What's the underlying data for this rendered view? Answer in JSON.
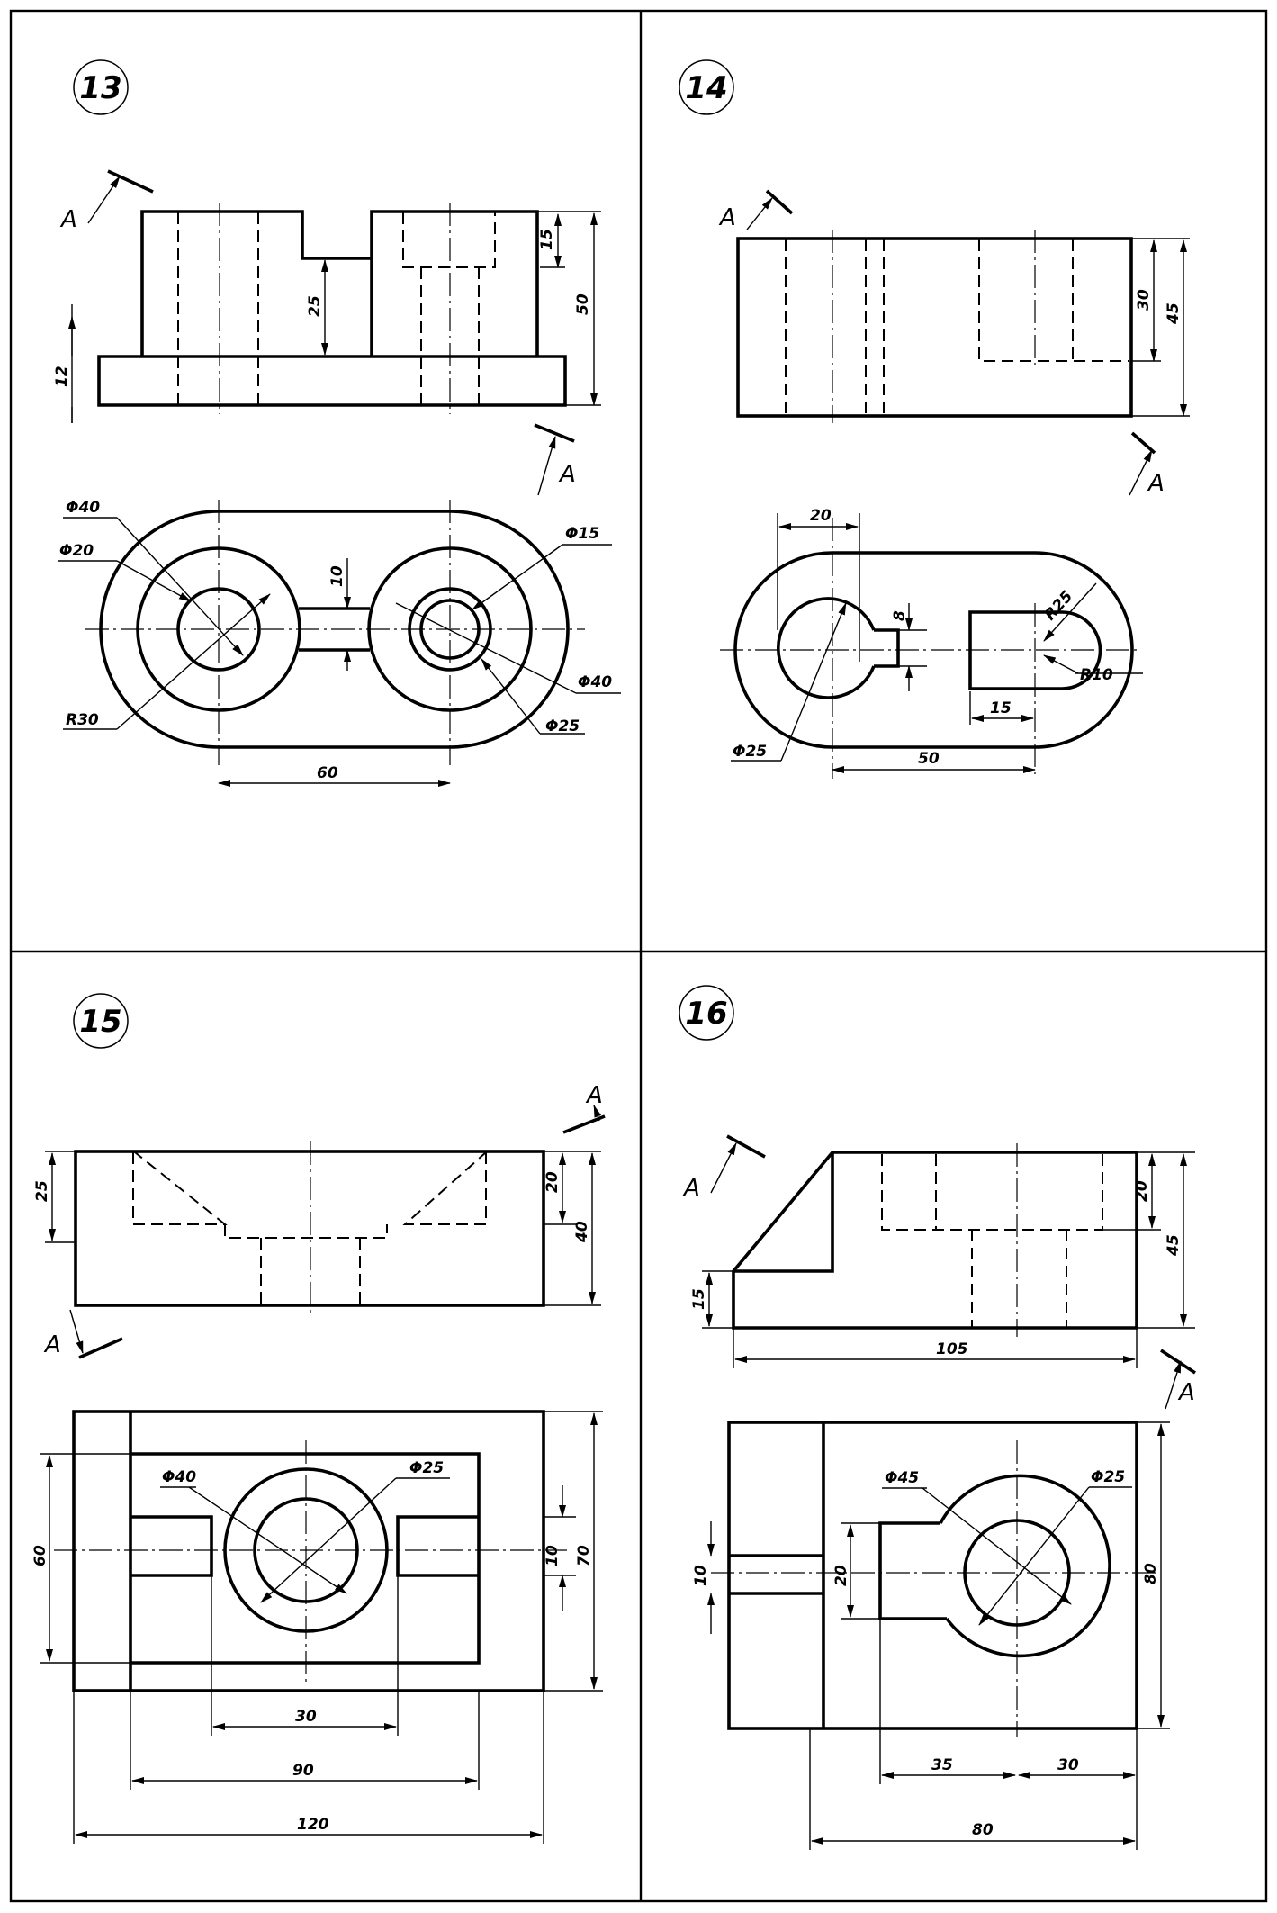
{
  "sheets": [
    {
      "number": "13",
      "cut_label_top": "A",
      "cut_label_bottom": "A",
      "dims": {
        "d40": "Φ40",
        "d20": "Φ20",
        "d15": "Φ15",
        "d40b": "Φ40",
        "d25": "Φ25",
        "r30": "R30",
        "w10": "10",
        "l60": "60",
        "h12": "12",
        "h25": "25",
        "h15": "15",
        "h50": "50"
      }
    },
    {
      "number": "14",
      "cut_label_top": "A",
      "cut_label_bottom": "A",
      "dims": {
        "h30": "30",
        "h45": "45",
        "w20": "20",
        "w8": "8",
        "r25": "R25",
        "r10": "R10",
        "l15": "15",
        "l50": "50",
        "d25": "Φ25"
      }
    },
    {
      "number": "15",
      "cut_label_top": "A",
      "cut_label_bottom": "A",
      "dims": {
        "h25": "25",
        "h20": "20",
        "h40": "40",
        "d40": "Φ40",
        "d25": "Φ25",
        "w60": "60",
        "w10": "10",
        "w70": "70",
        "l30": "30",
        "l90": "90",
        "l120": "120"
      }
    },
    {
      "number": "16",
      "cut_label_top": "A",
      "cut_label_bottom": "A",
      "dims": {
        "h15": "15",
        "h20": "20",
        "h45": "45",
        "l105": "105",
        "d45": "Φ45",
        "d25": "Φ25",
        "w10": "10",
        "w20": "20",
        "w80": "80",
        "l35": "35",
        "l30": "30",
        "l80": "80"
      }
    }
  ]
}
